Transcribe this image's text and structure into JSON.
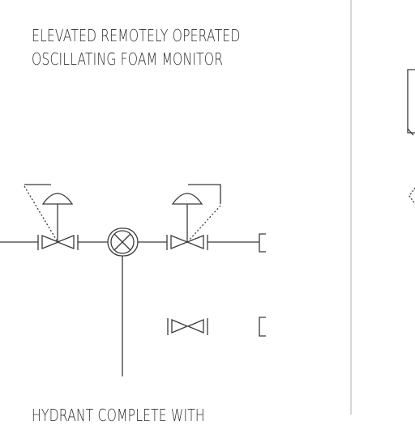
{
  "legend": {
    "title_line1": "ELEVATED REMOTELY OPERATED",
    "title_line2": "OSCILLATING FOAM MONITOR",
    "caption_line1": "HYDRANT COMPLETE WITH"
  },
  "colors": {
    "line": "#3a3a3a",
    "divider": "#c8c8c8",
    "background": "#ffffff"
  }
}
